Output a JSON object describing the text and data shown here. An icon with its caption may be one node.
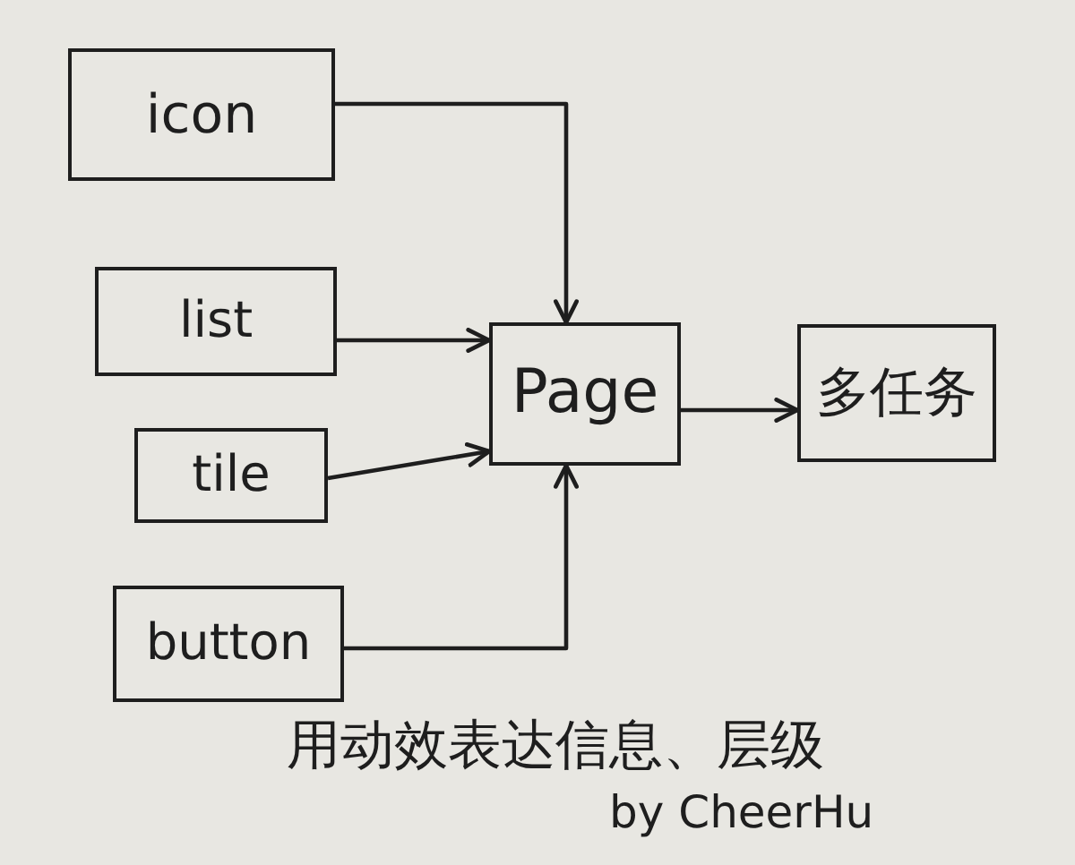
{
  "diagram": {
    "caption": "用动效表达信息、层级",
    "nodes": [
      {
        "text": [
          "icon"
        ]
      },
      {
        "text": [
          "list"
        ]
      },
      {
        "text": [
          "tile"
        ]
      },
      {
        "text": [
          "button"
        ]
      },
      {
        "text": [
          "Page"
        ]
      },
      {
        "text": [
          "多任务"
        ]
      }
    ],
    "edges": [
      {
        "from": 0,
        "to": 4,
        "arrow": "to"
      },
      {
        "from": 1,
        "to": 4,
        "arrow": "to"
      },
      {
        "from": 2,
        "to": 4,
        "arrow": "to"
      },
      {
        "from": 3,
        "to": 4,
        "arrow": "to"
      },
      {
        "from": 4,
        "to": 5,
        "arrow": "to"
      }
    ],
    "labels": [
      "by CheerHu"
    ]
  }
}
